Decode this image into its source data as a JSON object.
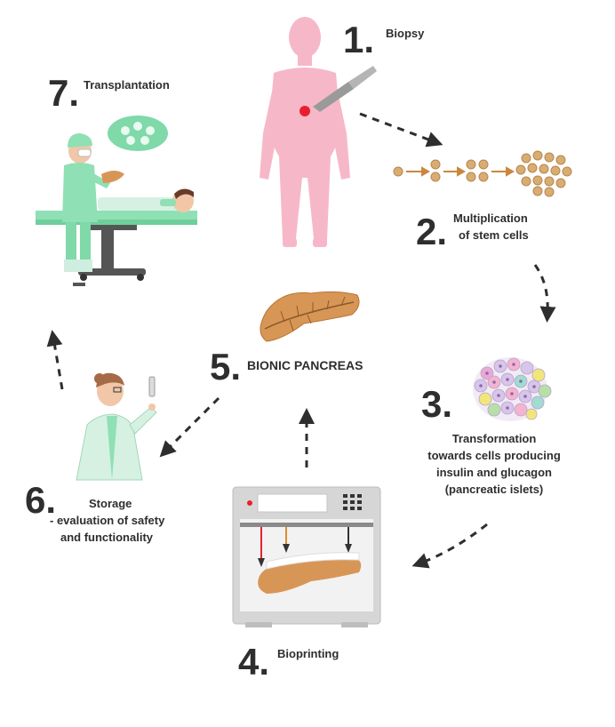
{
  "steps": [
    {
      "number": "1.",
      "label_lines": [
        "Biopsy"
      ]
    },
    {
      "number": "2.",
      "label_lines": [
        "Multiplication",
        "of stem cells"
      ]
    },
    {
      "number": "3.",
      "label_lines": [
        "Transformation",
        "towards cells producing",
        "insulin and glucagon",
        "(pancreatic islets)"
      ]
    },
    {
      "number": "4.",
      "label_lines": [
        "Bioprinting"
      ]
    },
    {
      "number": "5.",
      "label_lines": [
        "BIONIC PANCREAS"
      ]
    },
    {
      "number": "6.",
      "label_lines": [
        "Storage",
        "- evaluation of safety",
        "and functionality"
      ]
    },
    {
      "number": "7.",
      "label_lines": [
        "Transplantation"
      ]
    }
  ],
  "colors": {
    "text": "#2e2e2e",
    "body_pink": "#f6b8c9",
    "incision_red": "#e8202e",
    "cell_tan": "#d8ad74",
    "mint": "#8fe0b4",
    "lamp_green": "#7fd9a8",
    "table_grey": "#555555",
    "pancreas_orange": "#d89656",
    "printer_grey": "#dcdcdc",
    "arrow": "#2e2e2e"
  },
  "icons": [
    "human-body-icon",
    "scalpel-icon",
    "stem-cells-icon",
    "islet-cells-icon",
    "printer-icon",
    "pancreas-icon",
    "scientist-icon",
    "surgeon-icon",
    "surgical-lamp-icon",
    "operating-table-icon",
    "patient-icon"
  ]
}
